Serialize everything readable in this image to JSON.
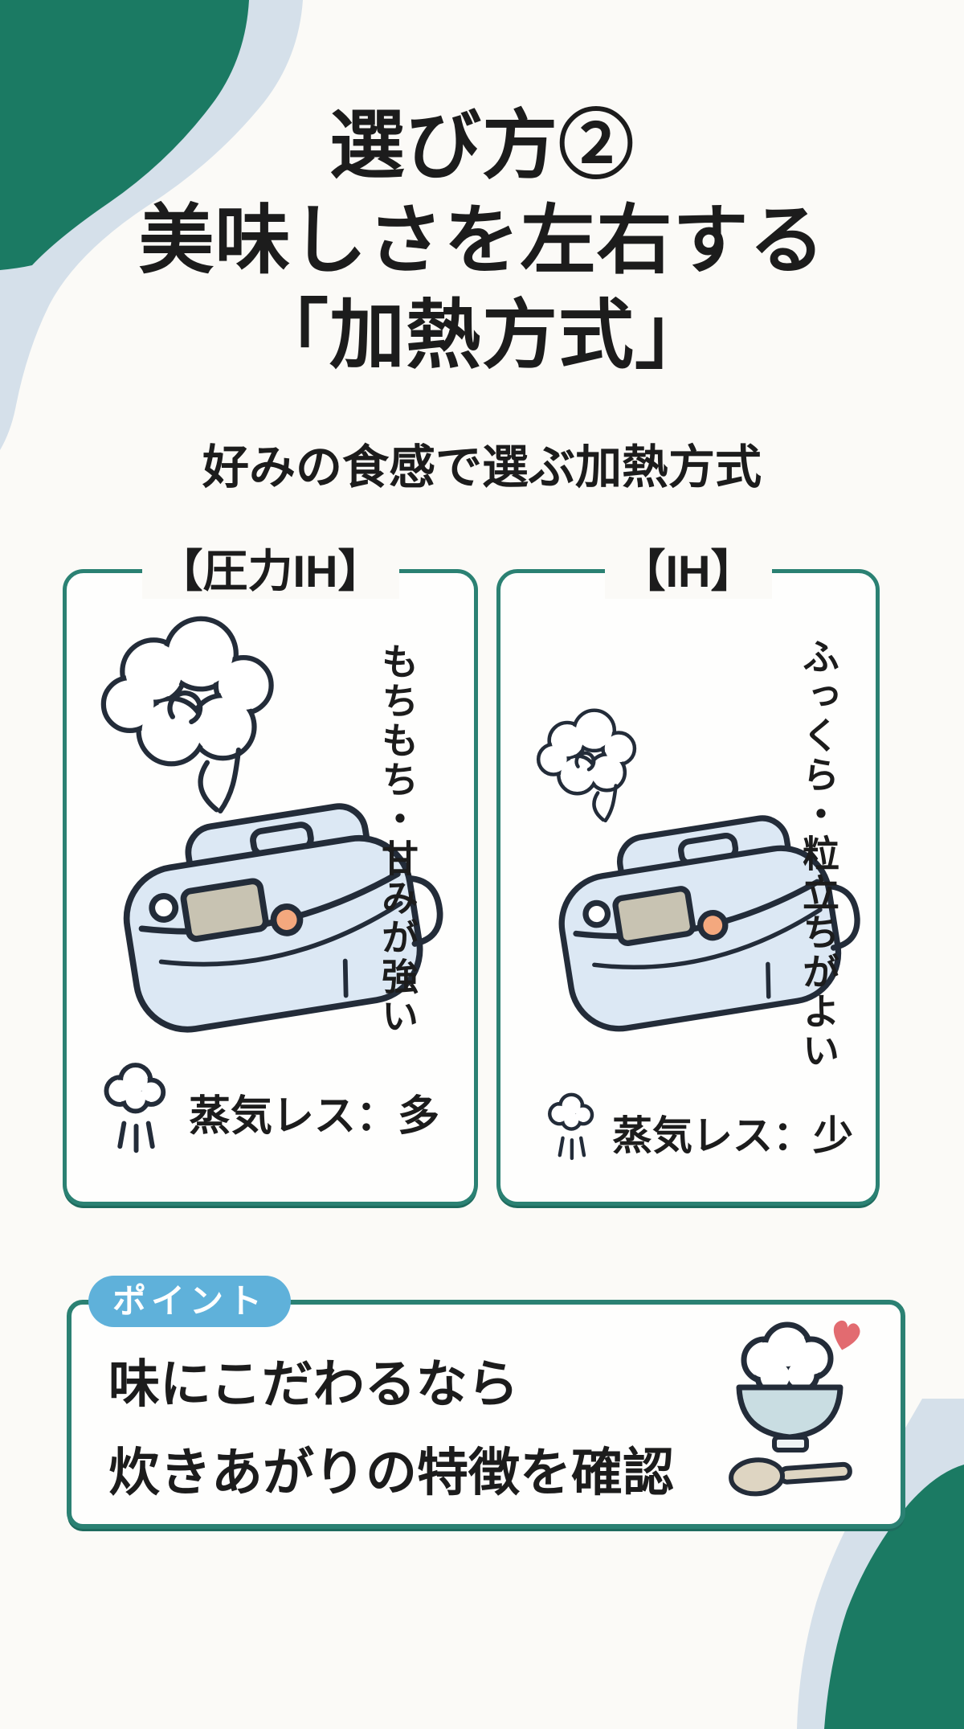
{
  "page": {
    "title_lines": [
      "選び方②",
      "美味しさを左右する",
      "「加熱方式」"
    ],
    "subtitle": "好みの食感で選ぶ加熱方式"
  },
  "cards": [
    {
      "header": "【圧力IH】",
      "feature_vertical": "もちもち・甘みが強い",
      "steam_label": "蒸気レス：多"
    },
    {
      "header": "【IH】",
      "feature_vertical": "ふっくら・粒立ちがよい",
      "steam_label": "蒸気レス：少"
    }
  ],
  "point": {
    "badge": "ポイント",
    "lines": [
      "味にこだわるなら",
      "炊きあがりの特徴を確認"
    ]
  },
  "colors": {
    "accent_green": "#1b7a63",
    "wave_light_blue": "#d5e0ea",
    "card_border_teal": "#2b8173",
    "badge_blue": "#5fb1da",
    "text_black": "#1c1c1c",
    "cooker_body_blue": "#dce8f4",
    "cooker_outline": "#232c39",
    "lcd_grey": "#c8c3b2",
    "button_orange": "#f4a87e",
    "bowl_blue": "#c9dde2",
    "heart_red": "#e26b70",
    "spoon_beige": "#ded5c2"
  },
  "icons": {
    "steam_cloud": "steam-cloud-icon",
    "steam_burst": "steam-burst-icon",
    "rice_cooker": "rice-cooker-illustration",
    "rice_bowl": "rice-bowl-icon",
    "heart": "heart-icon",
    "spoon": "rice-spoon-icon"
  }
}
